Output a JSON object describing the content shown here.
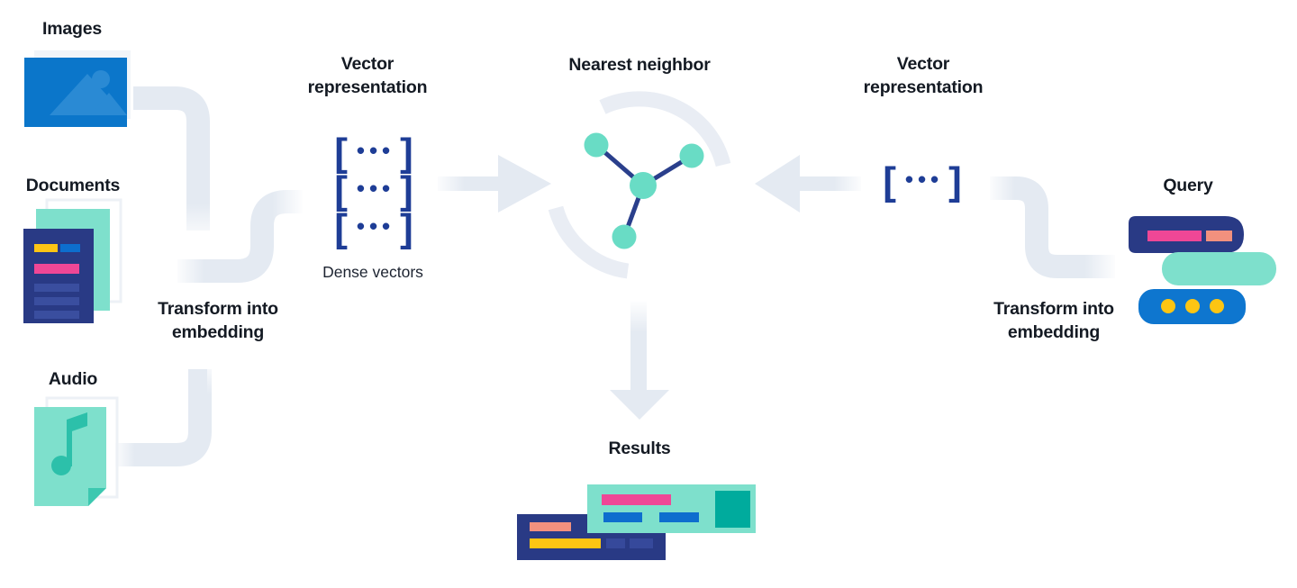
{
  "colors": {
    "blue": "#0b76ca",
    "blue_light": "#2a8ad4",
    "navy": "#293a85",
    "navy_bracket": "#1e3d96",
    "mint": "#7ee0cc",
    "teal_node": "#69dcc5",
    "teal_dark": "#00ab9d",
    "pink": "#ef4796",
    "salmon": "#f2917e",
    "yellow": "#fdc514",
    "bar_blue": "#0d6ece",
    "bar_navy_light": "#36499b",
    "pipe_gray": "#e4eaf2",
    "text": "#141a23"
  },
  "sources": {
    "images_label": "Images",
    "documents_label": "Documents",
    "audio_label": "Audio"
  },
  "left_flow": {
    "transform_label": "Transform into embedding",
    "vector_title": "Vector representation",
    "dense_caption": "Dense vectors"
  },
  "center": {
    "nearest_neighbor_title": "Nearest neighbor",
    "results_title": "Results"
  },
  "right_flow": {
    "vector_title": "Vector representation",
    "query_label": "Query",
    "transform_label": "Transform into embedding"
  },
  "vector_glyphs": {
    "bracket_open": "[",
    "dots": "•••",
    "bracket_close": "]"
  }
}
